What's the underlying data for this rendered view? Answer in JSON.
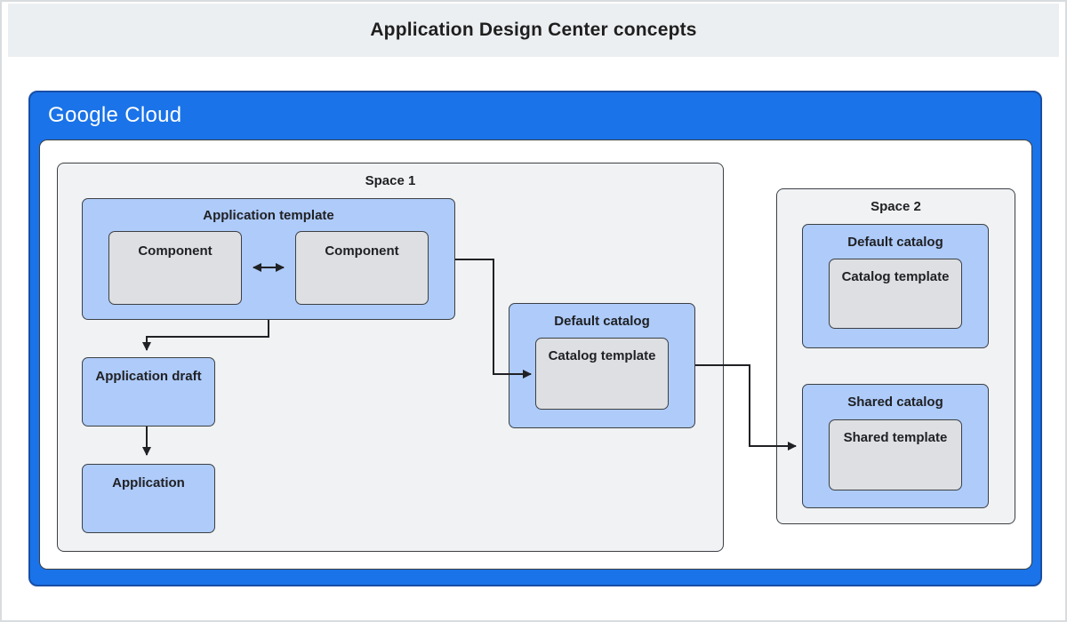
{
  "header": {
    "title": "Application Design Center concepts"
  },
  "brand": {
    "primary": "Google",
    "secondary": "Cloud"
  },
  "colors": {
    "google_blue": "#1a73e8",
    "google_blue_dark": "#174ea6",
    "light_blue": "#aecbfa",
    "box_gray": "#dddfe3",
    "space_bg": "#f0f2f4",
    "header_bg": "#eceff1",
    "border_dark": "#3c4043",
    "arrow": "#202124"
  },
  "space1": {
    "label": "Space 1",
    "application_template": {
      "label": "Application template",
      "components": [
        "Component",
        "Component"
      ]
    },
    "application_draft": {
      "label": "Application draft"
    },
    "application": {
      "label": "Application"
    },
    "default_catalog": {
      "label": "Default catalog",
      "template_label": "Catalog template"
    }
  },
  "space2": {
    "label": "Space 2",
    "default_catalog": {
      "label": "Default catalog",
      "template_label": "Catalog template"
    },
    "shared_catalog": {
      "label": "Shared catalog",
      "template_label": "Shared template"
    }
  }
}
